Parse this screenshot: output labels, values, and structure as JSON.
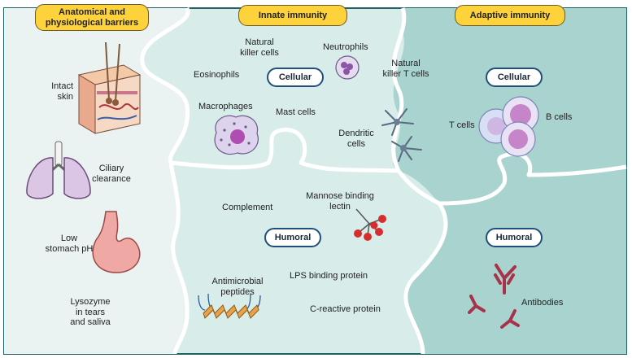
{
  "headers": {
    "barriers": [
      "Anatomical and",
      "physiological barriers"
    ],
    "innate": "Innate immunity",
    "adaptive": "Adaptive immunity"
  },
  "pills": {
    "innate_cellular": "Cellular",
    "innate_humoral": "Humoral",
    "adaptive_cellular": "Cellular",
    "adaptive_humoral": "Humoral"
  },
  "barriers": {
    "skin": [
      "Intact",
      "skin"
    ],
    "ciliary": [
      "Ciliary",
      "clearance"
    ],
    "stomach": [
      "Low",
      "stomach pH"
    ],
    "lysozyme": [
      "Lysozyme",
      "in tears",
      "and saliva"
    ]
  },
  "innate_cellular": {
    "nk_cells": [
      "Natural",
      "killer cells"
    ],
    "neutrophils": "Neutrophils",
    "nkt_cells": [
      "Natural",
      "killer T cells"
    ],
    "eosinophils": "Eosinophils",
    "macrophages": "Macrophages",
    "mast_cells": "Mast cells",
    "dendritic": [
      "Dendritic",
      "cells"
    ]
  },
  "innate_humoral": {
    "complement": "Complement",
    "mbl": [
      "Mannose binding",
      "lectin"
    ],
    "amp": [
      "Antimicrobial",
      "peptides"
    ],
    "lbp": "LPS binding protein",
    "crp": "C-reactive protein"
  },
  "adaptive": {
    "t_cells": "T cells",
    "b_cells": "B cells",
    "antibodies": "Antibodies"
  },
  "colors": {
    "left_panel": "#e9f2f1",
    "innate_panel": "#d5ebe9",
    "adaptive_panel": "#a9d3cf",
    "header_fill": "#fdd23a",
    "pill_border": "#1f4f7a"
  }
}
